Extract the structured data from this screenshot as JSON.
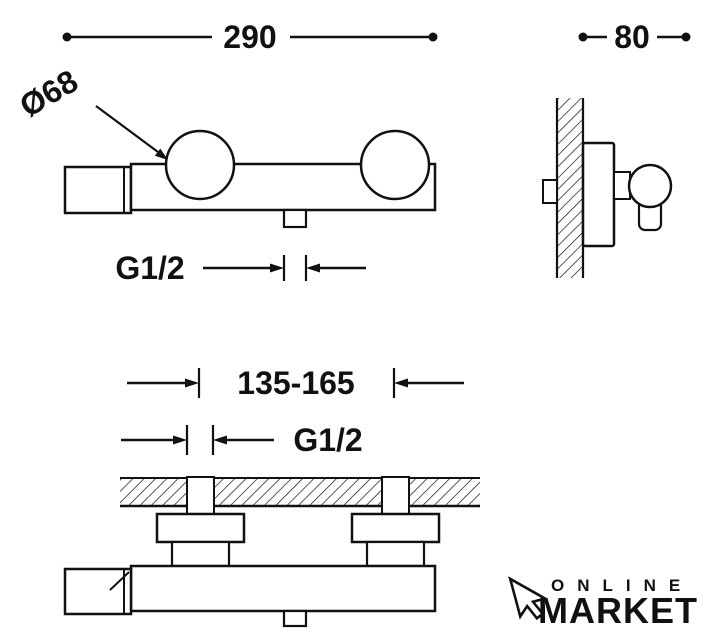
{
  "drawing": {
    "dimensions": {
      "overall_width": "290",
      "depth": "80",
      "diameter": "Ø68",
      "thread_top": "G1/2",
      "inlet_spacing": "135-165",
      "thread_bottom": "G1/2"
    }
  },
  "logo": {
    "line1": "ONLINE",
    "line2": "MARKET"
  },
  "colors": {
    "line": "#111111",
    "background": "#ffffff"
  }
}
